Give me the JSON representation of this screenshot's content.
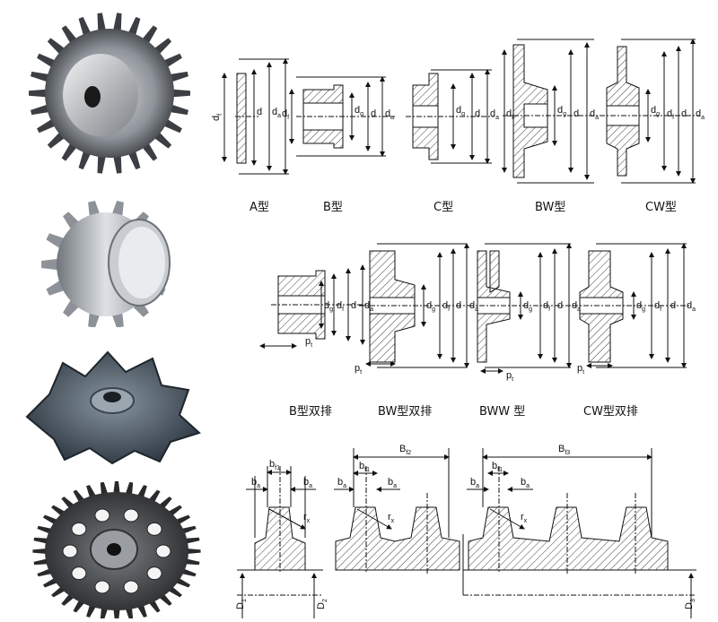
{
  "photos": [
    {
      "name": "sprocket-photo-a-hub",
      "color": "#8a8f94"
    },
    {
      "name": "sprocket-photo-b-bore",
      "color": "#b8bcc0"
    },
    {
      "name": "sprocket-photo-c-conveyor",
      "color": "#4a5560"
    },
    {
      "name": "sprocket-photo-d-holes",
      "color": "#3c3c3c"
    }
  ],
  "row1_captions": [
    "A型",
    "B型",
    "C型",
    "BW型",
    "CW型"
  ],
  "row2_captions": [
    "B型双排",
    "BW型双排",
    "BWW 型",
    "CW型双排"
  ],
  "dim": {
    "d": "d",
    "df": "d",
    "df_sub": "f",
    "da": "d",
    "da_sub": "a",
    "dg": "d",
    "dg_sub": "g",
    "p": "p",
    "p_sub": "t",
    "ba": "b",
    "ba_sub": "a",
    "bf1": "b",
    "bf1_sub": "f1",
    "r": "r",
    "r_sub": "x",
    "Bf2": "B",
    "Bf2_sub": "f2",
    "Bf3": "B",
    "Bf3_sub": "f3",
    "D1": "D",
    "D1_sub": "1",
    "D2": "D",
    "D2_sub": "2",
    "D3": "D",
    "D3_sub": "3"
  }
}
